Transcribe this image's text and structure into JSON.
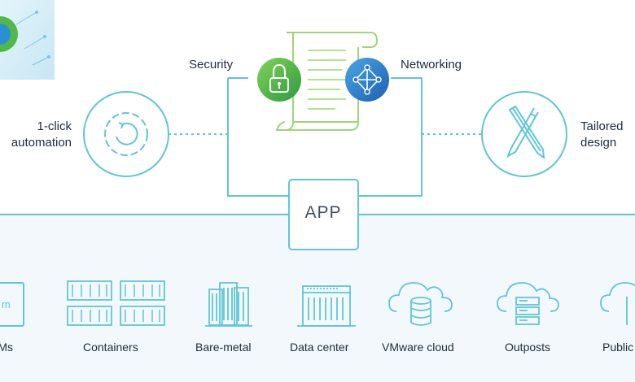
{
  "diagram": {
    "app_label": "APP",
    "features": {
      "security": "Security",
      "networking": "Networking",
      "automation_line1": "1-click",
      "automation_line2": "automation",
      "design_line1": "Tailored",
      "design_line2": "design"
    },
    "platforms": [
      {
        "label": "VMs",
        "icon": "vm-icon"
      },
      {
        "label": "Containers",
        "icon": "containers-icon"
      },
      {
        "label": "Bare-metal",
        "icon": "bare-metal-icon"
      },
      {
        "label": "Data center",
        "icon": "data-center-icon"
      },
      {
        "label": "VMware cloud",
        "icon": "cloud-database-icon"
      },
      {
        "label": "Outposts",
        "icon": "cloud-server-icon"
      },
      {
        "label": "Public",
        "icon": "public-cloud-icon"
      }
    ],
    "vm_icon_text": "m"
  },
  "colors": {
    "line": "#5fc6d6",
    "security_green": "#57b947",
    "networking_blue": "#2d8ad6",
    "background_band": "#f2f8fb"
  }
}
